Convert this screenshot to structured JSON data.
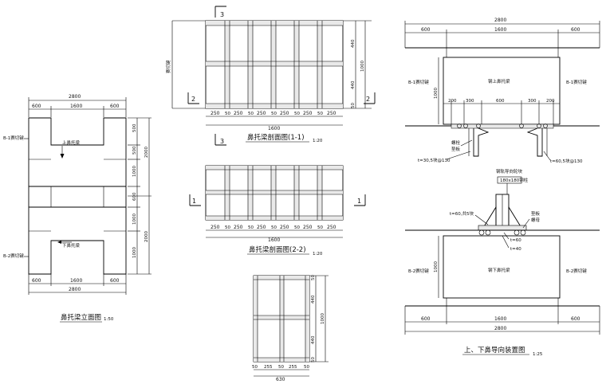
{
  "elevation": {
    "top_total": "2800",
    "top_dims": [
      "600",
      "1600",
      "600"
    ],
    "bottom_dims": [
      "600",
      "1600",
      "600"
    ],
    "bottom_total": "2800",
    "right_dims": [
      "500",
      "500",
      "1000",
      "600",
      "1000",
      "1000"
    ],
    "outer_dims": [
      "2000",
      "2000"
    ],
    "upper_beam_label": "上鼻托梁",
    "lower_beam_label": "下鼻托梁",
    "side_label_top": "B-1赛切键",
    "side_label_bottom": "B-2赛切键",
    "title": "鼻托梁立面图",
    "scale": "1:50"
  },
  "section1": {
    "mark_top": "3",
    "mark_bottom": "3",
    "mark_left": "2",
    "mark_right": "2",
    "left_label": "赛切键",
    "right_dims": [
      "440",
      "440",
      "50",
      "1000"
    ],
    "bottom_dims": [
      "250",
      "50",
      "250",
      "50",
      "250",
      "50",
      "250",
      "50",
      "250",
      "50",
      "250"
    ],
    "total": "1600",
    "title": "鼻托梁剖面图(1-1)",
    "scale": "1:20"
  },
  "section2": {
    "mark_left": "1",
    "mark_right": "1",
    "bottom_dims": [
      "250",
      "50",
      "250",
      "50",
      "250",
      "50",
      "250",
      "50",
      "250",
      "50",
      "250"
    ],
    "total": "1600",
    "title": "鼻托梁剖面图(2-2)",
    "scale": "1:20"
  },
  "section3": {
    "right_dims": [
      "50",
      "440",
      "440",
      "50",
      "1000"
    ],
    "bottom_dims": [
      "50",
      "255",
      "50",
      "255",
      "50"
    ],
    "total": "630"
  },
  "guide": {
    "top_total": "2800",
    "top_dims": [
      "600",
      "1600",
      "600"
    ],
    "inner_dims": [
      "200",
      "300",
      "600",
      "300",
      "200"
    ],
    "left_label_top": "B-1赛切键",
    "right_label_top": "B-1赛切键",
    "center_label_top": "钢上鼻托梁",
    "dim_1000_top": "1000",
    "bolt_label": "螺栓",
    "pad_label": "垫板",
    "plate_left_top": "t=30,5块@130",
    "plate_right_top": "t=60,5块@130",
    "guide_head_label": "钢轨导向轮块",
    "guide_head_size": "180x180钢柱",
    "plate_left_mid": "t=60,共5块",
    "right_pad": "垫板",
    "right_bolt": "螺母",
    "t60": "t=60",
    "t40": "t=40",
    "left_label_bottom": "B-2赛切键",
    "right_label_bottom": "B-2赛切键",
    "center_label_bottom": "钢下鼻托梁",
    "dim_1000_bottom": "1000",
    "bottom_dims": [
      "600",
      "1600",
      "600"
    ],
    "bottom_total": "2800",
    "title": "上、下鼻导向装置图",
    "scale": "1:25"
  }
}
